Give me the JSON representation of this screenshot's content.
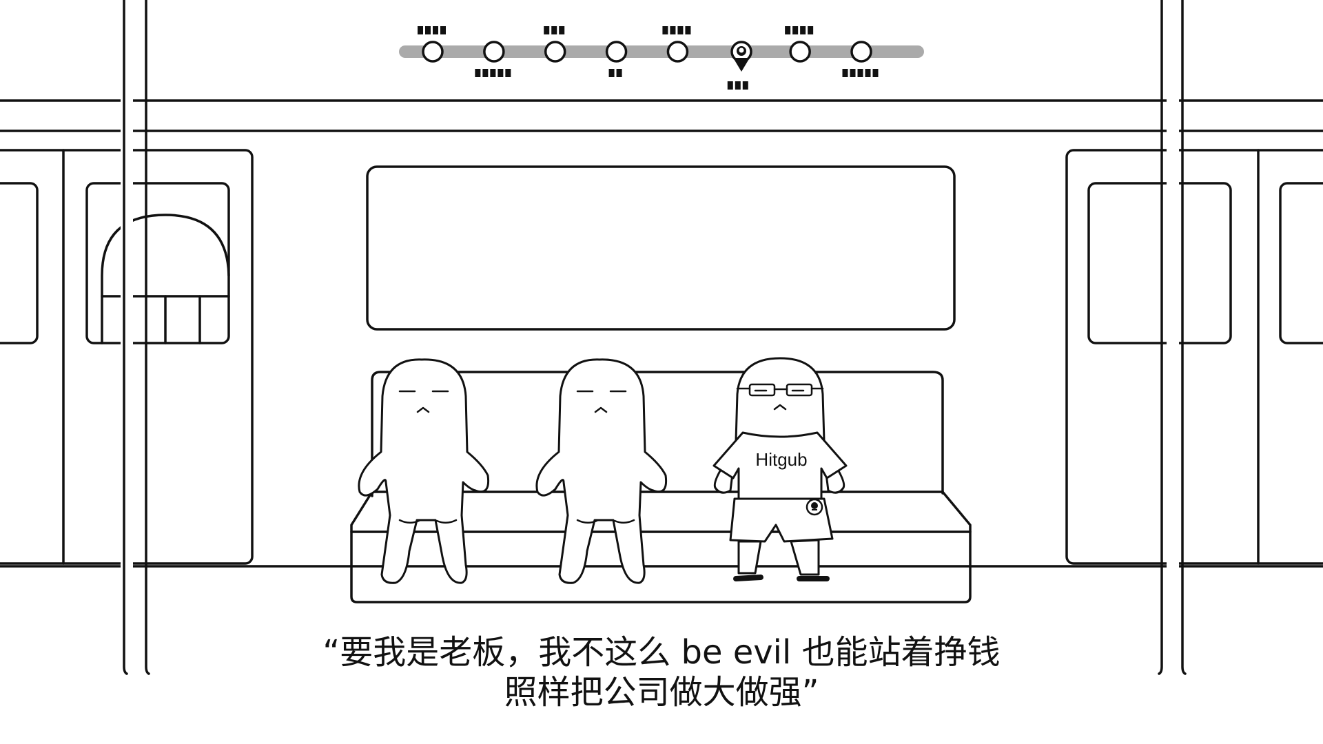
{
  "scene": {
    "line_color": "#111111",
    "background": "#ffffff",
    "route_bar_color": "#aaaaaa"
  },
  "route_map": {
    "station_count": 8,
    "current_station_index": 5,
    "current_station_icon": "github-icon"
  },
  "character_shirt": {
    "text": "Hitgub",
    "badge_icon": "octocat-icon"
  },
  "subtitles": {
    "line1": "“要我是老板，我不这么 be evil 也能站着挣钱",
    "line2": "照样把公司做大做强”"
  }
}
